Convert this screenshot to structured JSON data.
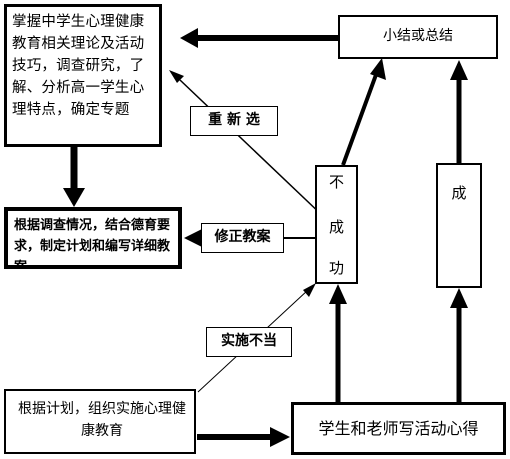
{
  "nodes": {
    "topic": "掌握中学生心理健康教育相关理论及活动技巧，调查研究，了解、分析高一学生心理特点，确定专题",
    "plan": "根据调查情况，结合德育要求，制定计划和编写详细教案",
    "implement": "根据计划，组织实施心理健康教育",
    "reflect": "学生和老师写活动心得",
    "summary": "小结或总结",
    "fail": [
      "不",
      "成",
      "功"
    ],
    "success": "成"
  },
  "labels": {
    "reselect": "重 新 选",
    "revise": "修正教案",
    "improper": "实施不当"
  }
}
